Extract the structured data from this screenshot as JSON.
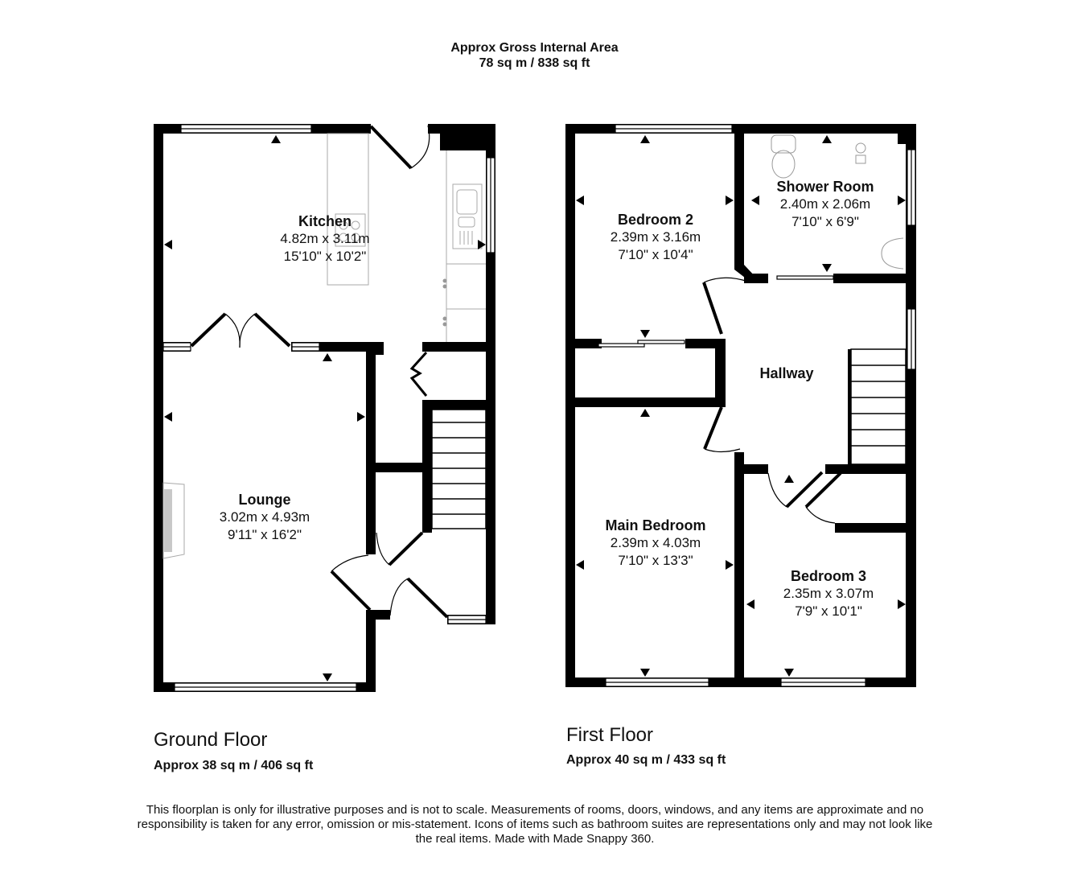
{
  "header": {
    "line1": "Approx Gross Internal Area",
    "line2": "78 sq m / 838 sq ft"
  },
  "ground_floor": {
    "title": "Ground Floor",
    "area": "Approx 38 sq m / 406 sq ft",
    "rooms": [
      {
        "name": "Kitchen",
        "metric": "4.82m x 3.11m",
        "imperial": "15'10\" x 10'2\""
      },
      {
        "name": "Lounge",
        "metric": "3.02m x 4.93m",
        "imperial": "9'11\" x 16'2\""
      }
    ]
  },
  "first_floor": {
    "title": "First Floor",
    "area": "Approx 40 sq m / 433 sq ft",
    "rooms": [
      {
        "name": "Bedroom 2",
        "metric": "2.39m x 3.16m",
        "imperial": "7'10\" x 10'4\""
      },
      {
        "name": "Shower Room",
        "metric": "2.40m x 2.06m",
        "imperial": "7'10\" x 6'9\""
      },
      {
        "name": "Hallway"
      },
      {
        "name": "Main Bedroom",
        "metric": "2.39m x 4.03m",
        "imperial": "7'10\" x 13'3\""
      },
      {
        "name": "Bedroom 3",
        "metric": "2.35m x 3.07m",
        "imperial": "7'9\" x 10'1\""
      }
    ]
  },
  "disclaimer": "This floorplan is only for illustrative purposes and is not to scale. Measurements of rooms, doors, windows, and any items are approximate and no responsibility is taken for any error, omission or mis-statement. Icons of items such as bathroom suites are representations only and may not look like the real items. Made with Made Snappy 360.",
  "colors": {
    "wall": "#000000",
    "background": "#ffffff",
    "fixture_line": "#aaaaaa",
    "fireplace_fill": "#c8c8c8"
  }
}
